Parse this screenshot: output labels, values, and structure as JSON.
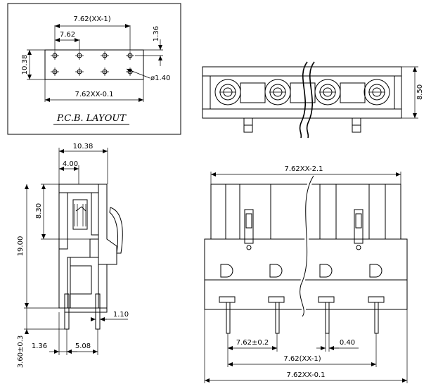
{
  "pcb_layout": {
    "title": "P.C.B. LAYOUT",
    "dims": {
      "width_top": "7.62(XX-1)",
      "pitch": "7.62",
      "offset": "1.36",
      "height": "10.38",
      "hole": "ø1.40",
      "width_bottom": "7.62XX-0.1"
    }
  },
  "top_view": {
    "height": "8.50"
  },
  "side_view": {
    "depth": "10.38",
    "offset_top": "4.00",
    "height_upper": "8.30",
    "height_total": "19.00",
    "pin_width": "1.10",
    "pin_length": "3.60±0.3",
    "pin_offset": "1.36",
    "pin_pitch": "5.08"
  },
  "front_view": {
    "width_top": "7.62XX-2.1",
    "pitch": "7.62±0.2",
    "pin_thickness": "0.40",
    "span": "7.62(XX-1)",
    "width_bottom": "7.62XX-0.1"
  }
}
